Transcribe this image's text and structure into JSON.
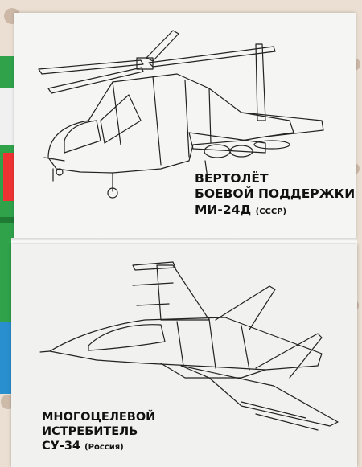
{
  "page_top": {
    "caption_line1": "ВЕРТОЛЁТ",
    "caption_line2": "БОЕВОЙ ПОДДЕРЖКИ",
    "caption_model": "МИ-24Д",
    "caption_origin": "(СССР)"
  },
  "page_bottom": {
    "caption_line1": "МНОГОЦЕЛЕВОЙ",
    "caption_line2": "ИСТРЕБИТЕЛЬ",
    "caption_model": "СУ-34",
    "caption_origin": "(Россия)"
  },
  "colors": {
    "paper": "#f4f4f2",
    "ink": "#111111",
    "blanket": "#e9dccd",
    "book_green": "#2fa24a"
  }
}
